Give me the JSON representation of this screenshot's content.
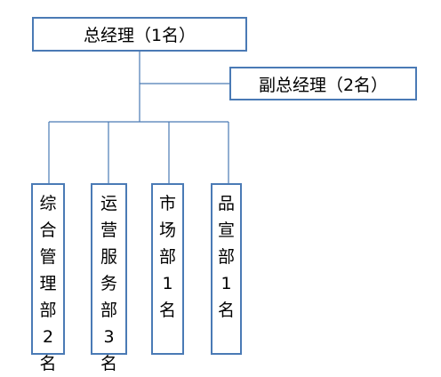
{
  "colors": {
    "box_border": "#4a7ab5",
    "connector": "#4a7ab5",
    "text": "#000000",
    "background": "#ffffff"
  },
  "general_manager": {
    "label": "总经理（1名）"
  },
  "deputy_general_manager": {
    "label": "副总经理（2名）"
  },
  "departments": [
    {
      "label": "综合管理部2名"
    },
    {
      "label": "运营服务部3名"
    },
    {
      "label": "市场部1名"
    },
    {
      "label": "品宣部1名"
    }
  ]
}
